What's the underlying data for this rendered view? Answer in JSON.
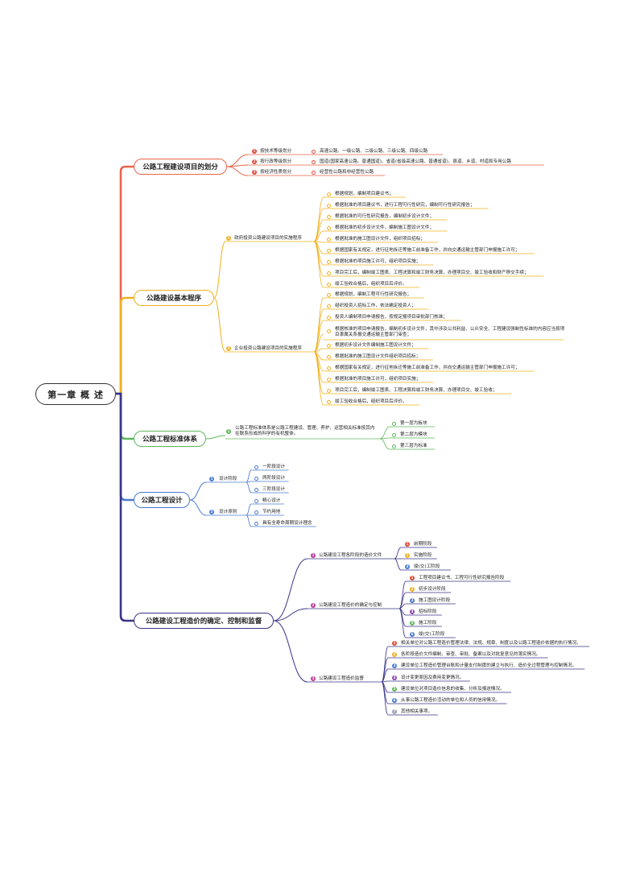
{
  "root": {
    "label": "第一章  概 述"
  },
  "branches": [
    {
      "label": "公路工程建设项目的划分",
      "color": "#e8654a",
      "children": [
        {
          "label": "按技术等级划分",
          "items": [
            "高速公路、一级公路、二级公路、三级公路、四级公路"
          ]
        },
        {
          "label": "按行政等级划分",
          "items": [
            "国道(国家高速公路、普通国道)、省道(省级高速公路、普通省道)、县道、乡道、村道和专用公路"
          ]
        },
        {
          "label": "按经济性质划分",
          "items": [
            "经营性公路和非经营性公路"
          ]
        }
      ]
    },
    {
      "label": "公路建设基本程序",
      "color": "#f2b01e",
      "children": [
        {
          "label": "政府投资公路建设项目的实施程序",
          "items": [
            "根据规划，编制项目建议书；",
            "根据批准的项目建议书，进行工程可行性研究，编制可行性研究报告；",
            "根据批准的可行性研究报告，编制初步设计文件；",
            "根据批准的初步设计文件，编制施工图设计文件；",
            "根据批准的施工图设计文件，组织项目招标；",
            "根据国家有关规定，进行征地拆迁等施工前准备工作，并向交通运输主管部门申报施工许可；",
            "根据批准的项目施工许可，组织项目实施；",
            "项目完工后，编制竣工图表、工程决算和竣工财务决算，办理项目交、竣工验收和财产移交手续；",
            "竣工验收合格后，组织项目后评价。"
          ]
        },
        {
          "label": "企业投资公路建设项目的实施程序",
          "items": [
            "根据规划，编制工程可行性研究报告；",
            "组织投资人招标工作，依法确定投资人；",
            "投资人编制项目申请报告，按规定报项目审批部门核准；",
            "根据核准的项目申请报告，编制初步设计文件，其中涉及公共利益、公众安全、工程建设强制性标准的内容应当按项目隶属关系报交通运输主管部门审查；",
            "根据初步设计文件编制施工图设计文件；",
            "根据批准的施工图设计文件组织项目招标；",
            "根据国家有关规定，进行征地拆迁等施工前准备工作，并向交通运输主管部门申报施工许可；",
            "根据批准的项目施工许可，组织项目实施；",
            "项目完工后，编制竣工图表、工程决算和竣工财务决算，办理项目交、竣工验收；",
            "竣工验收合格后，组织项目后评价。"
          ]
        }
      ]
    },
    {
      "label": "公路工程标准体系",
      "color": "#5cb85c",
      "children": [
        {
          "label": "公路工程标准体系是公路工程建设、管理、养护、运营相关标准按其内在联系形成的科学的有机整体。",
          "items": [
            "第一层为板块",
            "第二层为模块",
            "第三层为标准"
          ]
        }
      ]
    },
    {
      "label": "公路工程设计",
      "color": "#4a7bd0",
      "children": [
        {
          "label": "设计阶段",
          "items": [
            "一阶段设计",
            "两阶段设计",
            "三阶段设计"
          ]
        },
        {
          "label": "设计原则",
          "items": [
            "精心设计",
            "节约用地",
            "具有全寿命周期设计理念"
          ]
        }
      ]
    },
    {
      "label": "公路建设工程造价的确定、控制和监督",
      "color": "#3a3488",
      "children": [
        {
          "label": "公路建设工程各阶段的造价文件",
          "items": [
            "前期阶段",
            "实施阶段",
            "竣(交)工阶段"
          ]
        },
        {
          "label": "公路建设工程造价的确定与控制",
          "items": [
            "工程项目建议书、工程可行性研究报告阶段",
            "初步设计阶段",
            "施工图设计阶段",
            "招标阶段",
            "施工阶段",
            "竣(交)工阶段"
          ]
        },
        {
          "label": "公路建设工程造价监督",
          "items": [
            "相关单位对公路工程造价管理法律、法规、规章、制度以及公路工程造价依据的执行情况。",
            "各阶段造价文件编制、审查、审批、备案以及对批复意见的落实情况。",
            "建设单位工程造价管理台账和计量支付制度的建立与执行、造价全过程管理与控制情况。",
            "设计变更原因及费用变更情况。",
            "建设单位对项目造价信息的收集、分析及报送情况。",
            "从事公路工程造价活动的单位和人员的信用情况。",
            "其他相关事项。"
          ]
        }
      ]
    }
  ]
}
